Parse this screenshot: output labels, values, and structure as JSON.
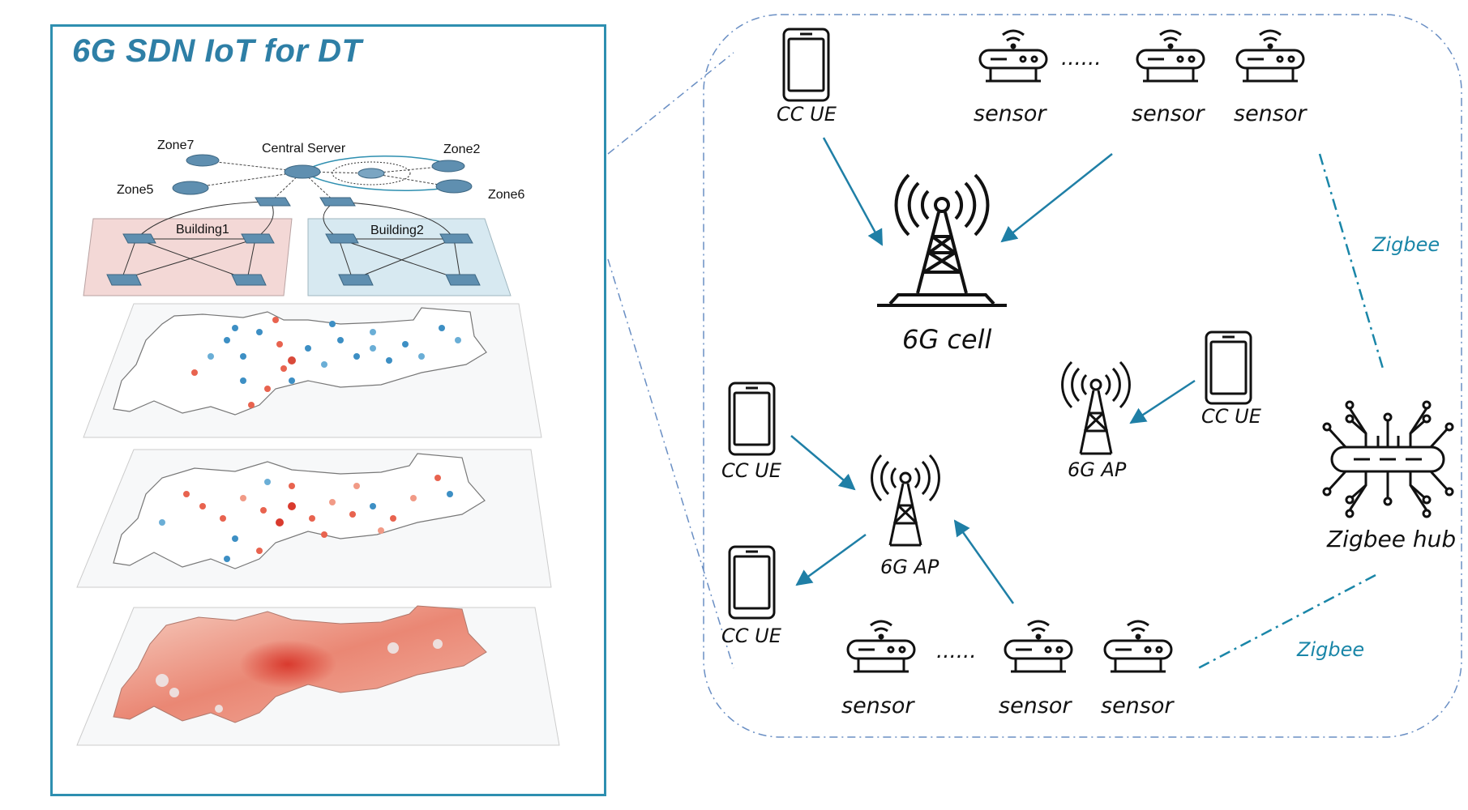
{
  "title": "6G SDN IoT for DT",
  "colors": {
    "accent": "#2e8fb0",
    "title": "#2e7fa6",
    "arrow": "#1f7fa6",
    "zigbee": "#1a86a8",
    "building1": "#f2d6d6",
    "building2": "#d6e9f0",
    "heat_red": "#e8634f",
    "heat_blue": "#3d8fc4"
  },
  "network": {
    "central_server": "Central Server",
    "zones": [
      "Zone7",
      "Zone2",
      "Zone5",
      "Zone6"
    ],
    "buildings": [
      "Building1",
      "Building2"
    ]
  },
  "devices": {
    "cc_ue": "CC UE",
    "sensor": "sensor",
    "cell": "6G cell",
    "ap": "6G AP",
    "hub": "Zigbee hub",
    "zigbee": "Zigbee",
    "dots": "......"
  }
}
